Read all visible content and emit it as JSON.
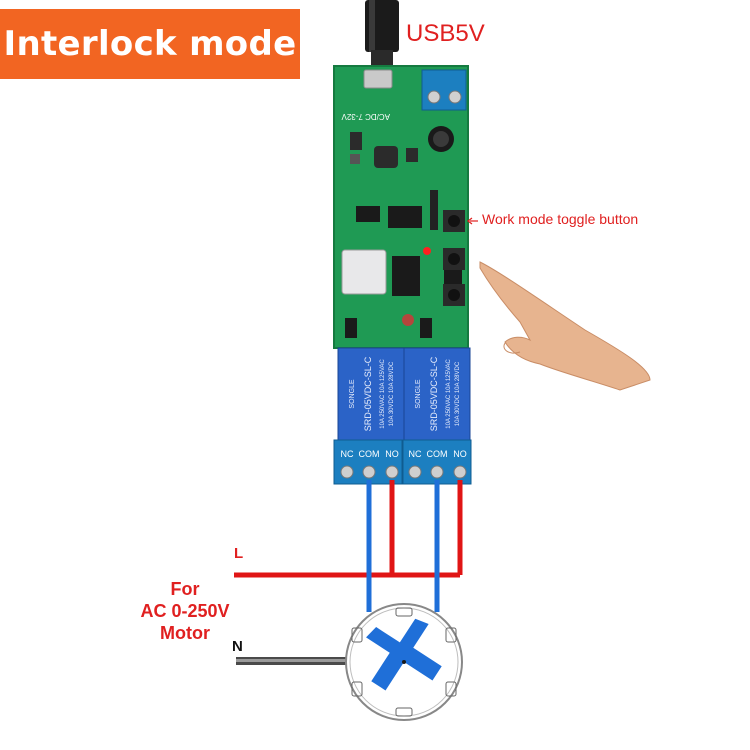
{
  "title": "Interlock mode",
  "labels": {
    "power": "USB5V",
    "toggle_button": "Work mode toggle button",
    "line_l": "L",
    "line_n": "N",
    "motor": [
      "For",
      "AC 0-250V",
      "Motor"
    ]
  },
  "relays": [
    {
      "marking": "SRD-05VDC-SL-C",
      "brand": "SONGLE",
      "ratings": [
        "10A 250VAC  10A 125VAC",
        "10A 30VDC  10A 28VDC"
      ]
    },
    {
      "marking": "SRD-05VDC-SL-C",
      "brand": "SONGLE",
      "ratings": [
        "10A 250VAC  10A 125VAC",
        "10A 30VDC  10A 28VDC"
      ]
    }
  ],
  "terminals": [
    [
      "NC",
      "COM",
      "NO"
    ],
    [
      "NC",
      "COM",
      "NO"
    ]
  ],
  "board_marking": "AC/DC 7-32V",
  "colors": {
    "banner": "#f26522",
    "pcb": "#1f9a54",
    "relay": "#2b63c7",
    "terminal": "#1c7fc0",
    "wire_live": "#e01515",
    "wire_neutral": "#1f6fd8",
    "label_red": "#e02020"
  }
}
